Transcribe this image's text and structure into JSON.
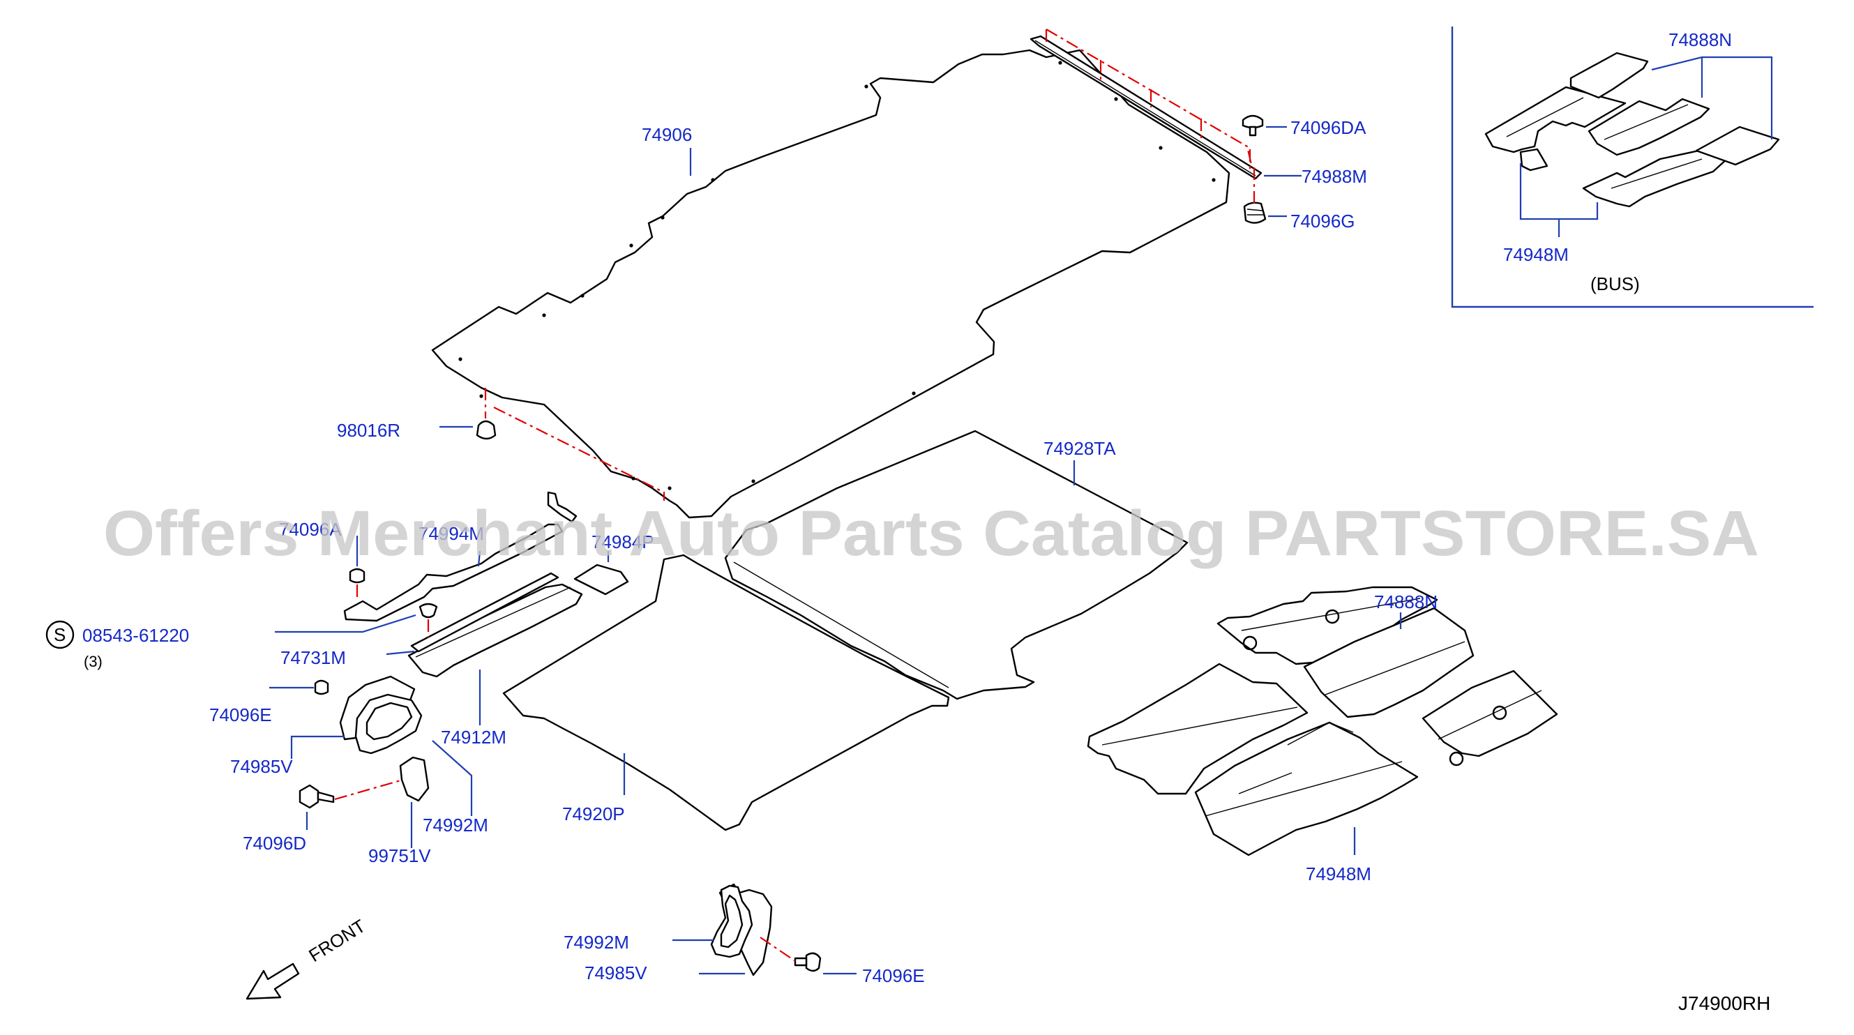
{
  "watermark": "Offers Merchant Auto Parts Catalog PARTSTORE.SA",
  "diagram_code": "J74900RH",
  "front_label": "FRONT",
  "bus_label": "(BUS)",
  "screw": {
    "symbol": "S",
    "part": "08543-61220",
    "qty": "(3)"
  },
  "parts": {
    "p74906": "74906",
    "p74096DA": "74096DA",
    "p74988M": "74988M",
    "p74096G": "74096G",
    "p98016R": "98016R",
    "p74928TA": "74928TA",
    "p74096A": "74096A",
    "p74994M": "74994M",
    "p74984P": "74984P",
    "p74731M": "74731M",
    "p74096E": "74096E",
    "p74985V": "74985V",
    "p74912M": "74912M",
    "p74992M": "74992M",
    "p74096D": "74096D",
    "p99751V": "99751V",
    "p74920P": "74920P",
    "p74888N": "74888N",
    "p74948M": "74948M",
    "p74888N_bus": "74888N",
    "p74948M_bus": "74948M",
    "p74992M_b": "74992M",
    "p74985V_b": "74985V",
    "p74096E_b": "74096E"
  },
  "colors": {
    "label": "#1428c8",
    "leader": "#1f3fb0",
    "phantom": "#e00000",
    "watermark": "#c8c8c8"
  }
}
